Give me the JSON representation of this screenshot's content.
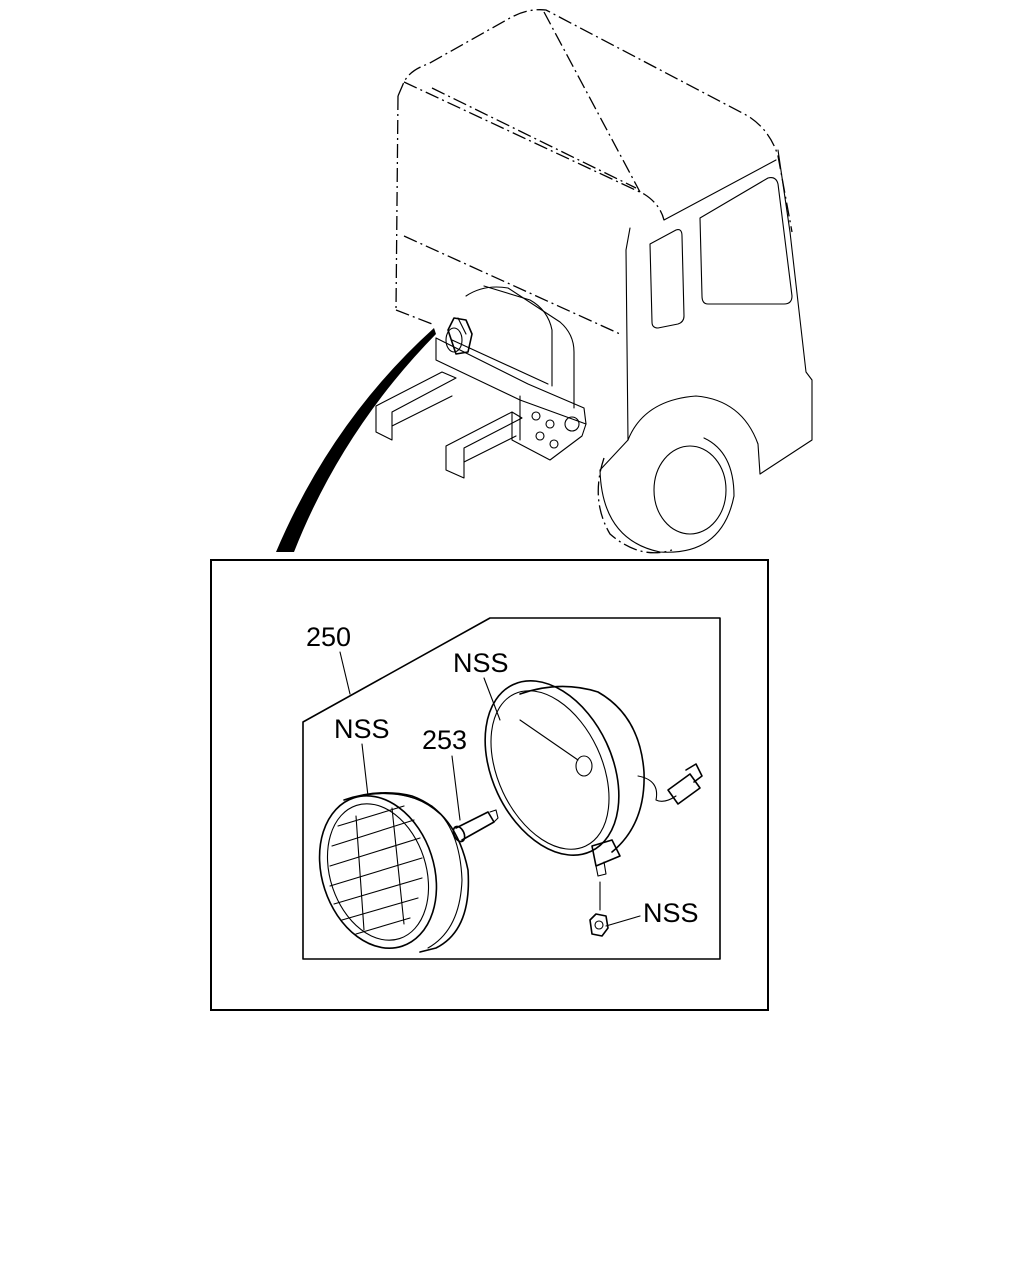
{
  "diagram": {
    "callouts": {
      "assembly": "250",
      "lens_unit": "NSS",
      "housing": "NSS",
      "bulb": "253",
      "nut": "NSS"
    }
  }
}
